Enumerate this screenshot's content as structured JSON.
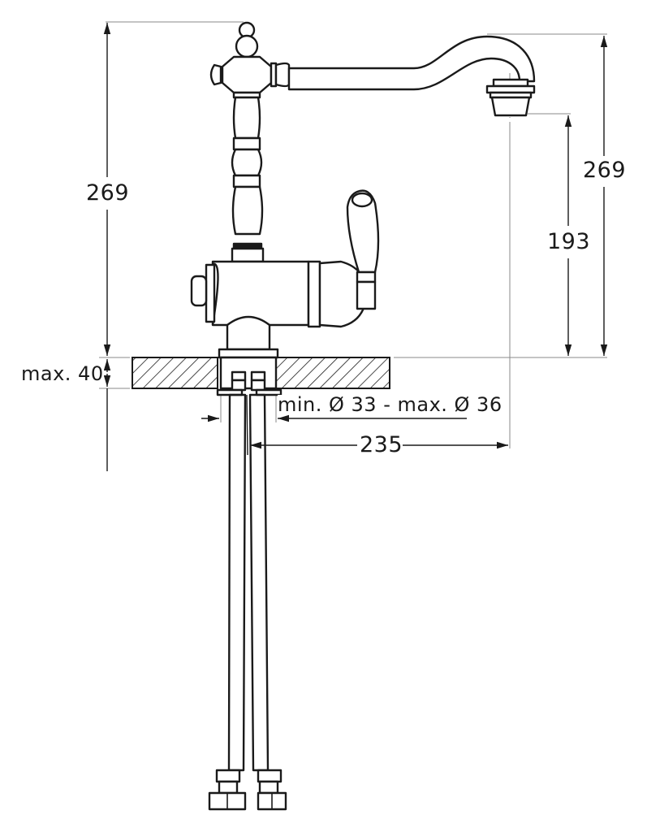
{
  "drawing": {
    "title": "Kitchen mixer tap technical dimension drawing",
    "line_color": "#1a1a1a",
    "thin_line_color": "#8a8a8a",
    "background": "#ffffff"
  },
  "dimensions": {
    "left_total_height": "269",
    "right_total_height": "269",
    "spout_height": "193",
    "countertop_thickness": "max. 40",
    "hole_diameter": "min. Ø 33 - max. Ø 36",
    "spout_reach": "235"
  }
}
